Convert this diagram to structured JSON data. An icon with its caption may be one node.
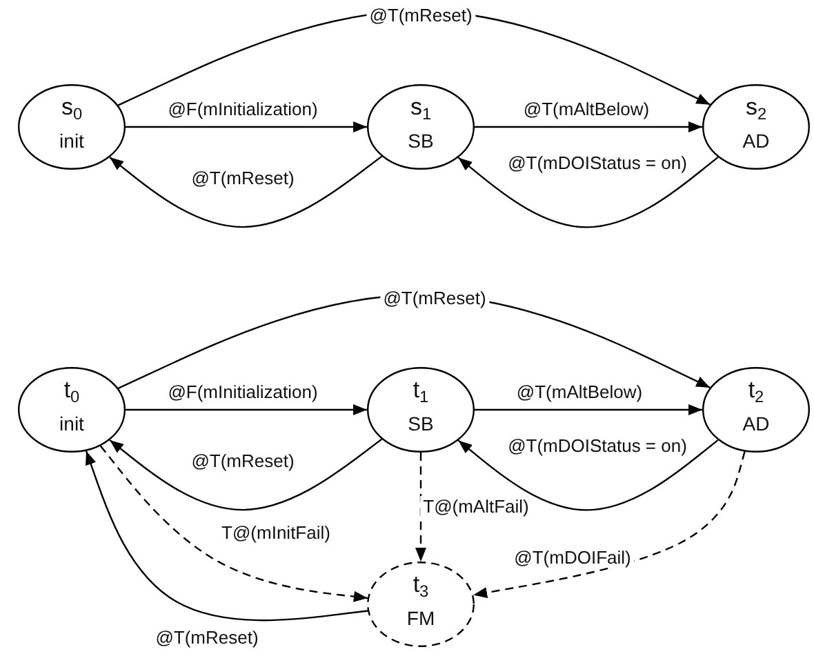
{
  "diagram": {
    "nodes": [
      {
        "text": [
          "s$_{0}$",
          "init"
        ]
      },
      {
        "text": [
          "s$_{1}$",
          "SB"
        ]
      },
      {
        "text": [
          "s$_{2}$",
          "AD"
        ]
      },
      {
        "text": [
          "t$_{0}$",
          "init"
        ]
      },
      {
        "text": [
          "t$_{1}$",
          "SB"
        ]
      },
      {
        "text": [
          "t$_{2}$",
          "AD"
        ]
      },
      {
        "text": [
          "t$_{3}$",
          "FM"
        ]
      }
    ],
    "edges": [
      {
        "from": 0,
        "to": 2,
        "arrow": "to",
        "label": "@T(mReset)"
      },
      {
        "from": 0,
        "to": 1,
        "arrow": "to",
        "label": "@F(mInitialization)"
      },
      {
        "from": 1,
        "to": 0,
        "arrow": "to",
        "label": "@T(mReset)"
      },
      {
        "from": 1,
        "to": 2,
        "arrow": "to",
        "label": "@T(mAltBelow)"
      },
      {
        "from": 2,
        "to": 1,
        "arrow": "to",
        "label": "@T(mDOIStatus = on)"
      },
      {
        "from": 3,
        "to": 5,
        "arrow": "to",
        "label": "@T(mReset)"
      },
      {
        "from": 3,
        "to": 4,
        "arrow": "to",
        "label": "@F(mInitialization)"
      },
      {
        "from": 4,
        "to": 3,
        "arrow": "to",
        "label": "@T(mReset)"
      },
      {
        "from": 4,
        "to": 5,
        "arrow": "to",
        "label": "@T(mAltBelow)"
      },
      {
        "from": 5,
        "to": 4,
        "arrow": "to",
        "label": "@T(mDOIStatus = on)"
      },
      {
        "from": 4,
        "to": 6,
        "arrow": "to",
        "label": "T@(mAltFail)",
        "style": "dashed"
      },
      {
        "from": 3,
        "to": 6,
        "arrow": "to",
        "label": "T@(mInitFail)",
        "style": "dashed"
      },
      {
        "from": 5,
        "to": 6,
        "arrow": "to",
        "label": "@T(mDOIFail)",
        "style": "dashed"
      },
      {
        "from": 6,
        "to": 3,
        "arrow": "to",
        "label": "@T(mReset)"
      }
    ]
  }
}
